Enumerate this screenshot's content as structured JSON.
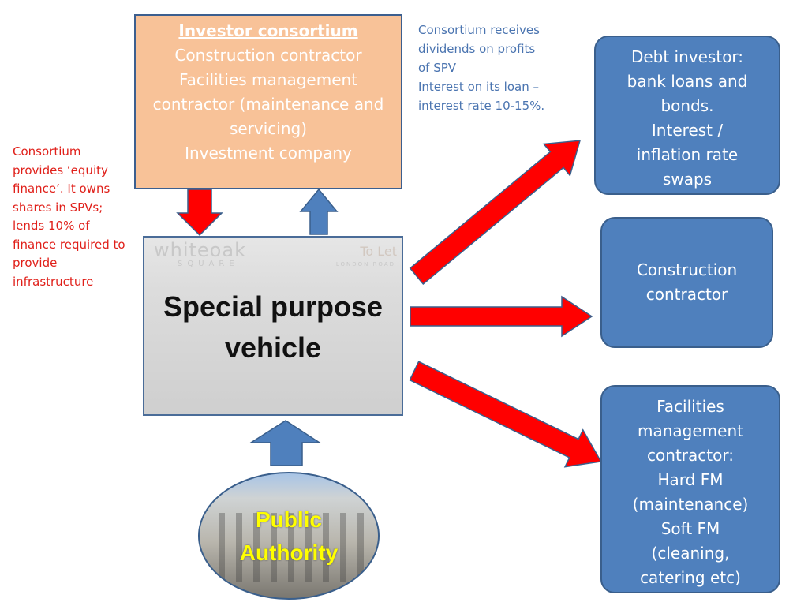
{
  "investor": {
    "title": "Investor consortium",
    "lines": [
      "Construction contractor",
      "Facilities management",
      "contractor (maintenance and",
      "servicing)",
      "Investment company"
    ]
  },
  "dividends_note": [
    "Consortium receives",
    "dividends on profits",
    "of SPV",
    "Interest on its loan –",
    "interest rate 10-15%."
  ],
  "equity_note": [
    "Consortium",
    "provides ‘equity",
    "finance’. It owns",
    "shares in SPVs;",
    "lends 10% of",
    "finance required to",
    "provide",
    "infrastructure"
  ],
  "debt": [
    "Debt investor:",
    "bank loans  and",
    "bonds.",
    "Interest  /",
    "inflation rate",
    "swaps"
  ],
  "construction": [
    "Construction",
    "contractor"
  ],
  "fm": [
    "Facilities",
    "management",
    "contractor:",
    "Hard FM",
    "(maintenance)",
    "Soft FM",
    "(cleaning,",
    "catering etc)"
  ],
  "spv": {
    "title_line1": "Special purpose",
    "title_line2": "vehicle",
    "bg_logo": "whiteoak",
    "bg_sub": "SQUARE",
    "bg_sign": "To Let",
    "bg_road": "LONDON ROAD"
  },
  "authority": {
    "line1": "Public",
    "line2": "Authority"
  },
  "colors": {
    "red_arrow": "#ff0000",
    "blue_arrow": "#4f80bd",
    "box_blue": "#4f80bd",
    "investor_fill": "#f8c298"
  }
}
